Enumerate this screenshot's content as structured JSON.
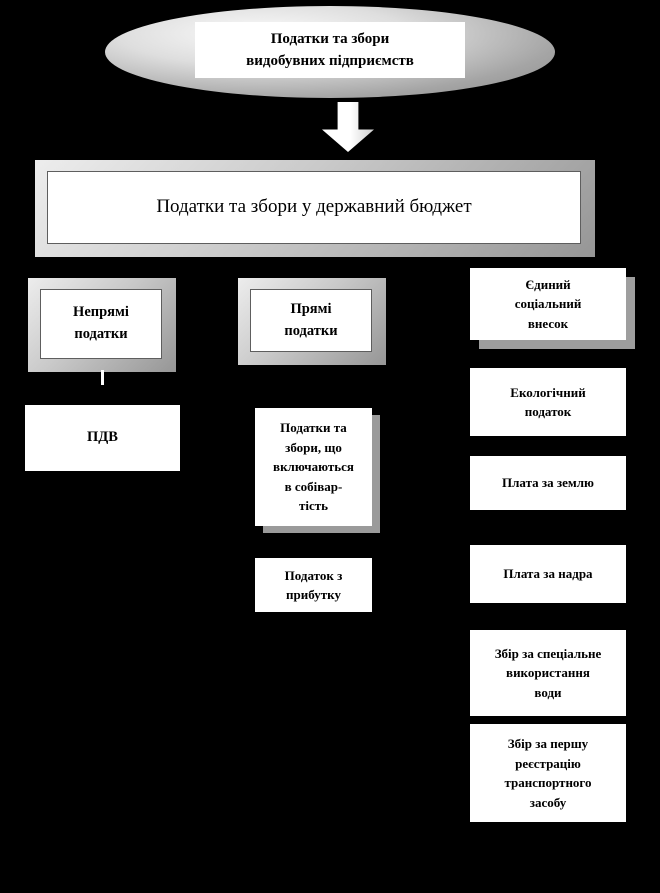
{
  "colors": {
    "background": "#000000",
    "box_fill": "#ffffff",
    "frame_gray": "#bfbfbf",
    "shadow_gray": "#9e9e9e",
    "text": "#000000"
  },
  "title_ellipse": {
    "label": "Податки та збори\nвидобувних підприємств"
  },
  "flow_arrow": {
    "icon": "down-arrow"
  },
  "budget_box": {
    "label": "Податки та збори у державний бюджет"
  },
  "left_column": {
    "header": "Непрямі\nподатки",
    "vat": "ПДВ"
  },
  "middle_column": {
    "header": "Прямі\nподатки",
    "cost_taxes": "Податки та\nзбори, що\nвключаються\nв собівар-\nтість",
    "profit_tax": "Податок з\nприбутку"
  },
  "right_column": {
    "items": [
      "Єдиний\nсоціальний\nвнесок",
      "Екологічний\nподаток",
      "Плата за землю",
      "Плата за надра",
      "Збір за спеціальне\nвикористання\nводи",
      "Збір за першу\nреєстрацію\nтранспортного\nзасобу"
    ]
  }
}
